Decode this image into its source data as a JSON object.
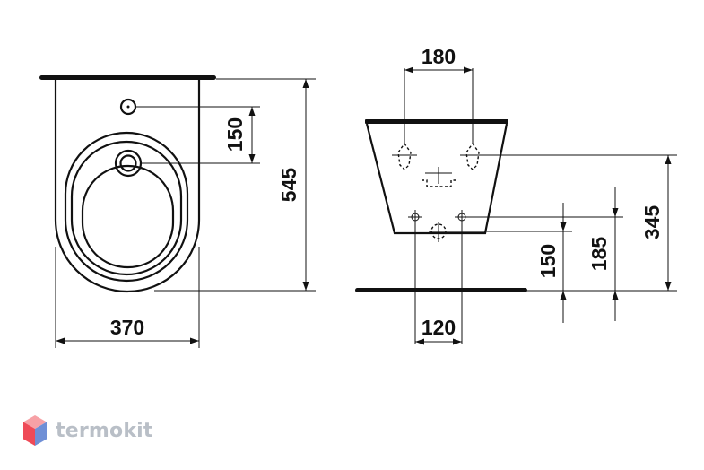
{
  "front_view": {
    "width_label": "370",
    "height_label": "545",
    "tap_spacing_label": "150"
  },
  "side_view": {
    "bolt_spacing_label": "180",
    "base_bolt_spacing_label": "120",
    "bolt_height_label": "345",
    "outlet_height_label": "185",
    "inlet_height_label": "150"
  },
  "watermark": {
    "brand": "termokit",
    "colors": {
      "top": "#f7a1a6",
      "left": "#ef4a57",
      "right": "#6f8fd6"
    }
  }
}
